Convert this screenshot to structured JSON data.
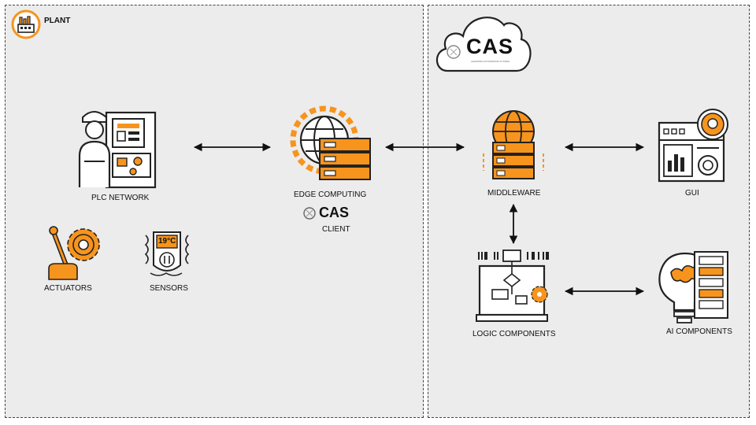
{
  "plant": {
    "title": "PLANT"
  },
  "cloud": {
    "brand": "CAS",
    "tagline": "LEARNING AUTOMATION SYSTEM"
  },
  "nodes": {
    "plc": "PLC NETWORK",
    "edge": "EDGE COMPUTING",
    "edge_brand": "CAS",
    "edge_sub": "CLIENT",
    "actuators": "ACTUATORS",
    "sensors": "SENSORS",
    "sensor_temp": "19°C",
    "middleware": "MIDDLEWARE",
    "gui": "GUI",
    "logic": "LOGIC COMPONENTS",
    "ai": "AI COMPONENTS"
  },
  "colors": {
    "accent": "#f7941d",
    "outline": "#222222",
    "zone_bg": "#ececec"
  },
  "icons": [
    "plant-logo-icon",
    "cloud-icon",
    "plc-operator-icon",
    "edge-server-icon",
    "actuator-icon",
    "sensor-icon",
    "middleware-icon",
    "gui-icon",
    "logic-icon",
    "ai-icon"
  ]
}
